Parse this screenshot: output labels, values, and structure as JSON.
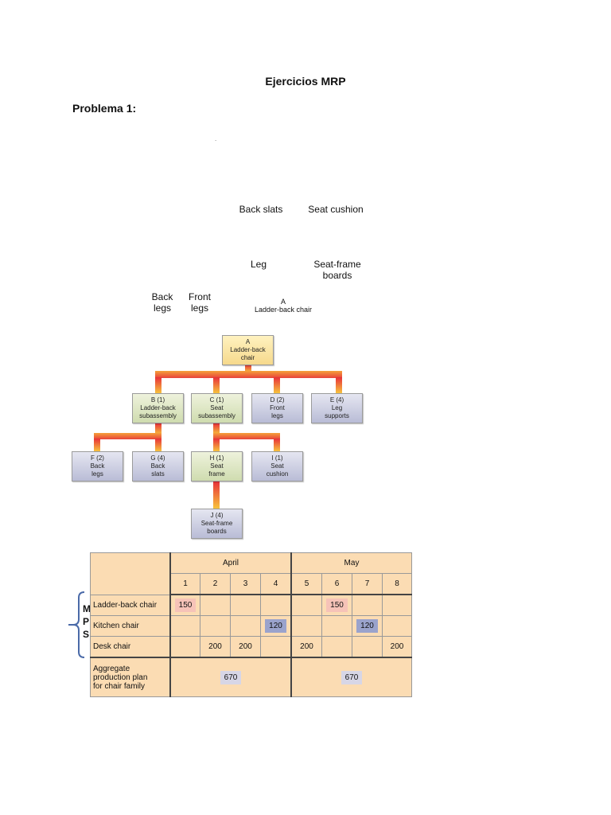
{
  "document": {
    "title": "Ejercicios MRP",
    "heading": "Problema 1:",
    "dot": "."
  },
  "floating_labels": {
    "back_slats": "Back slats",
    "seat_cushion": "Seat cushion",
    "leg": "Leg",
    "seat_frame_boards_1": "Seat-frame",
    "seat_frame_boards_2": "boards",
    "back_legs_1": "Back",
    "back_legs_2": "legs",
    "front_legs_1": "Front",
    "front_legs_2": "legs",
    "a_label": "A",
    "a_name": "Ladder-back chair"
  },
  "bom": {
    "A": [
      "A",
      "Ladder-back",
      "chair"
    ],
    "B": [
      "B (1)",
      "Ladder-back",
      "subassembly"
    ],
    "C": [
      "C (1)",
      "Seat",
      "subassembly"
    ],
    "D": [
      "D (2)",
      "Front",
      "legs"
    ],
    "E": [
      "E (4)",
      "Leg",
      "supports"
    ],
    "F": [
      "F (2)",
      "Back",
      "legs"
    ],
    "G": [
      "G (4)",
      "Back",
      "slats"
    ],
    "H": [
      "H (1)",
      "Seat",
      "frame"
    ],
    "I": [
      "I (1)",
      "Seat",
      "cushion"
    ],
    "J": [
      "J (4)",
      "Seat-frame",
      "boards"
    ]
  },
  "mps": {
    "months": [
      "April",
      "May"
    ],
    "weeks": [
      "1",
      "2",
      "3",
      "4",
      "5",
      "6",
      "7",
      "8"
    ],
    "side_letters": [
      "M",
      "P",
      "S"
    ],
    "rows": [
      {
        "label": "Ladder-back chair",
        "cells": [
          "150",
          "",
          "",
          "",
          "",
          "150",
          "",
          ""
        ]
      },
      {
        "label": "Kitchen chair",
        "cells": [
          "",
          "",
          "",
          "120",
          "",
          "",
          "120",
          ""
        ]
      },
      {
        "label": "Desk chair",
        "cells": [
          "",
          "200",
          "200",
          "",
          "200",
          "",
          "",
          "200"
        ]
      }
    ],
    "aggregate": {
      "label_1": "Aggregate",
      "label_2": "production plan",
      "label_3": "for chair family",
      "april": "670",
      "may": "670"
    },
    "colors": {
      "pink_chip": "#f6c3b8",
      "blue_chip": "#9aa3cc",
      "table_bg": "#fbdcb3"
    }
  }
}
